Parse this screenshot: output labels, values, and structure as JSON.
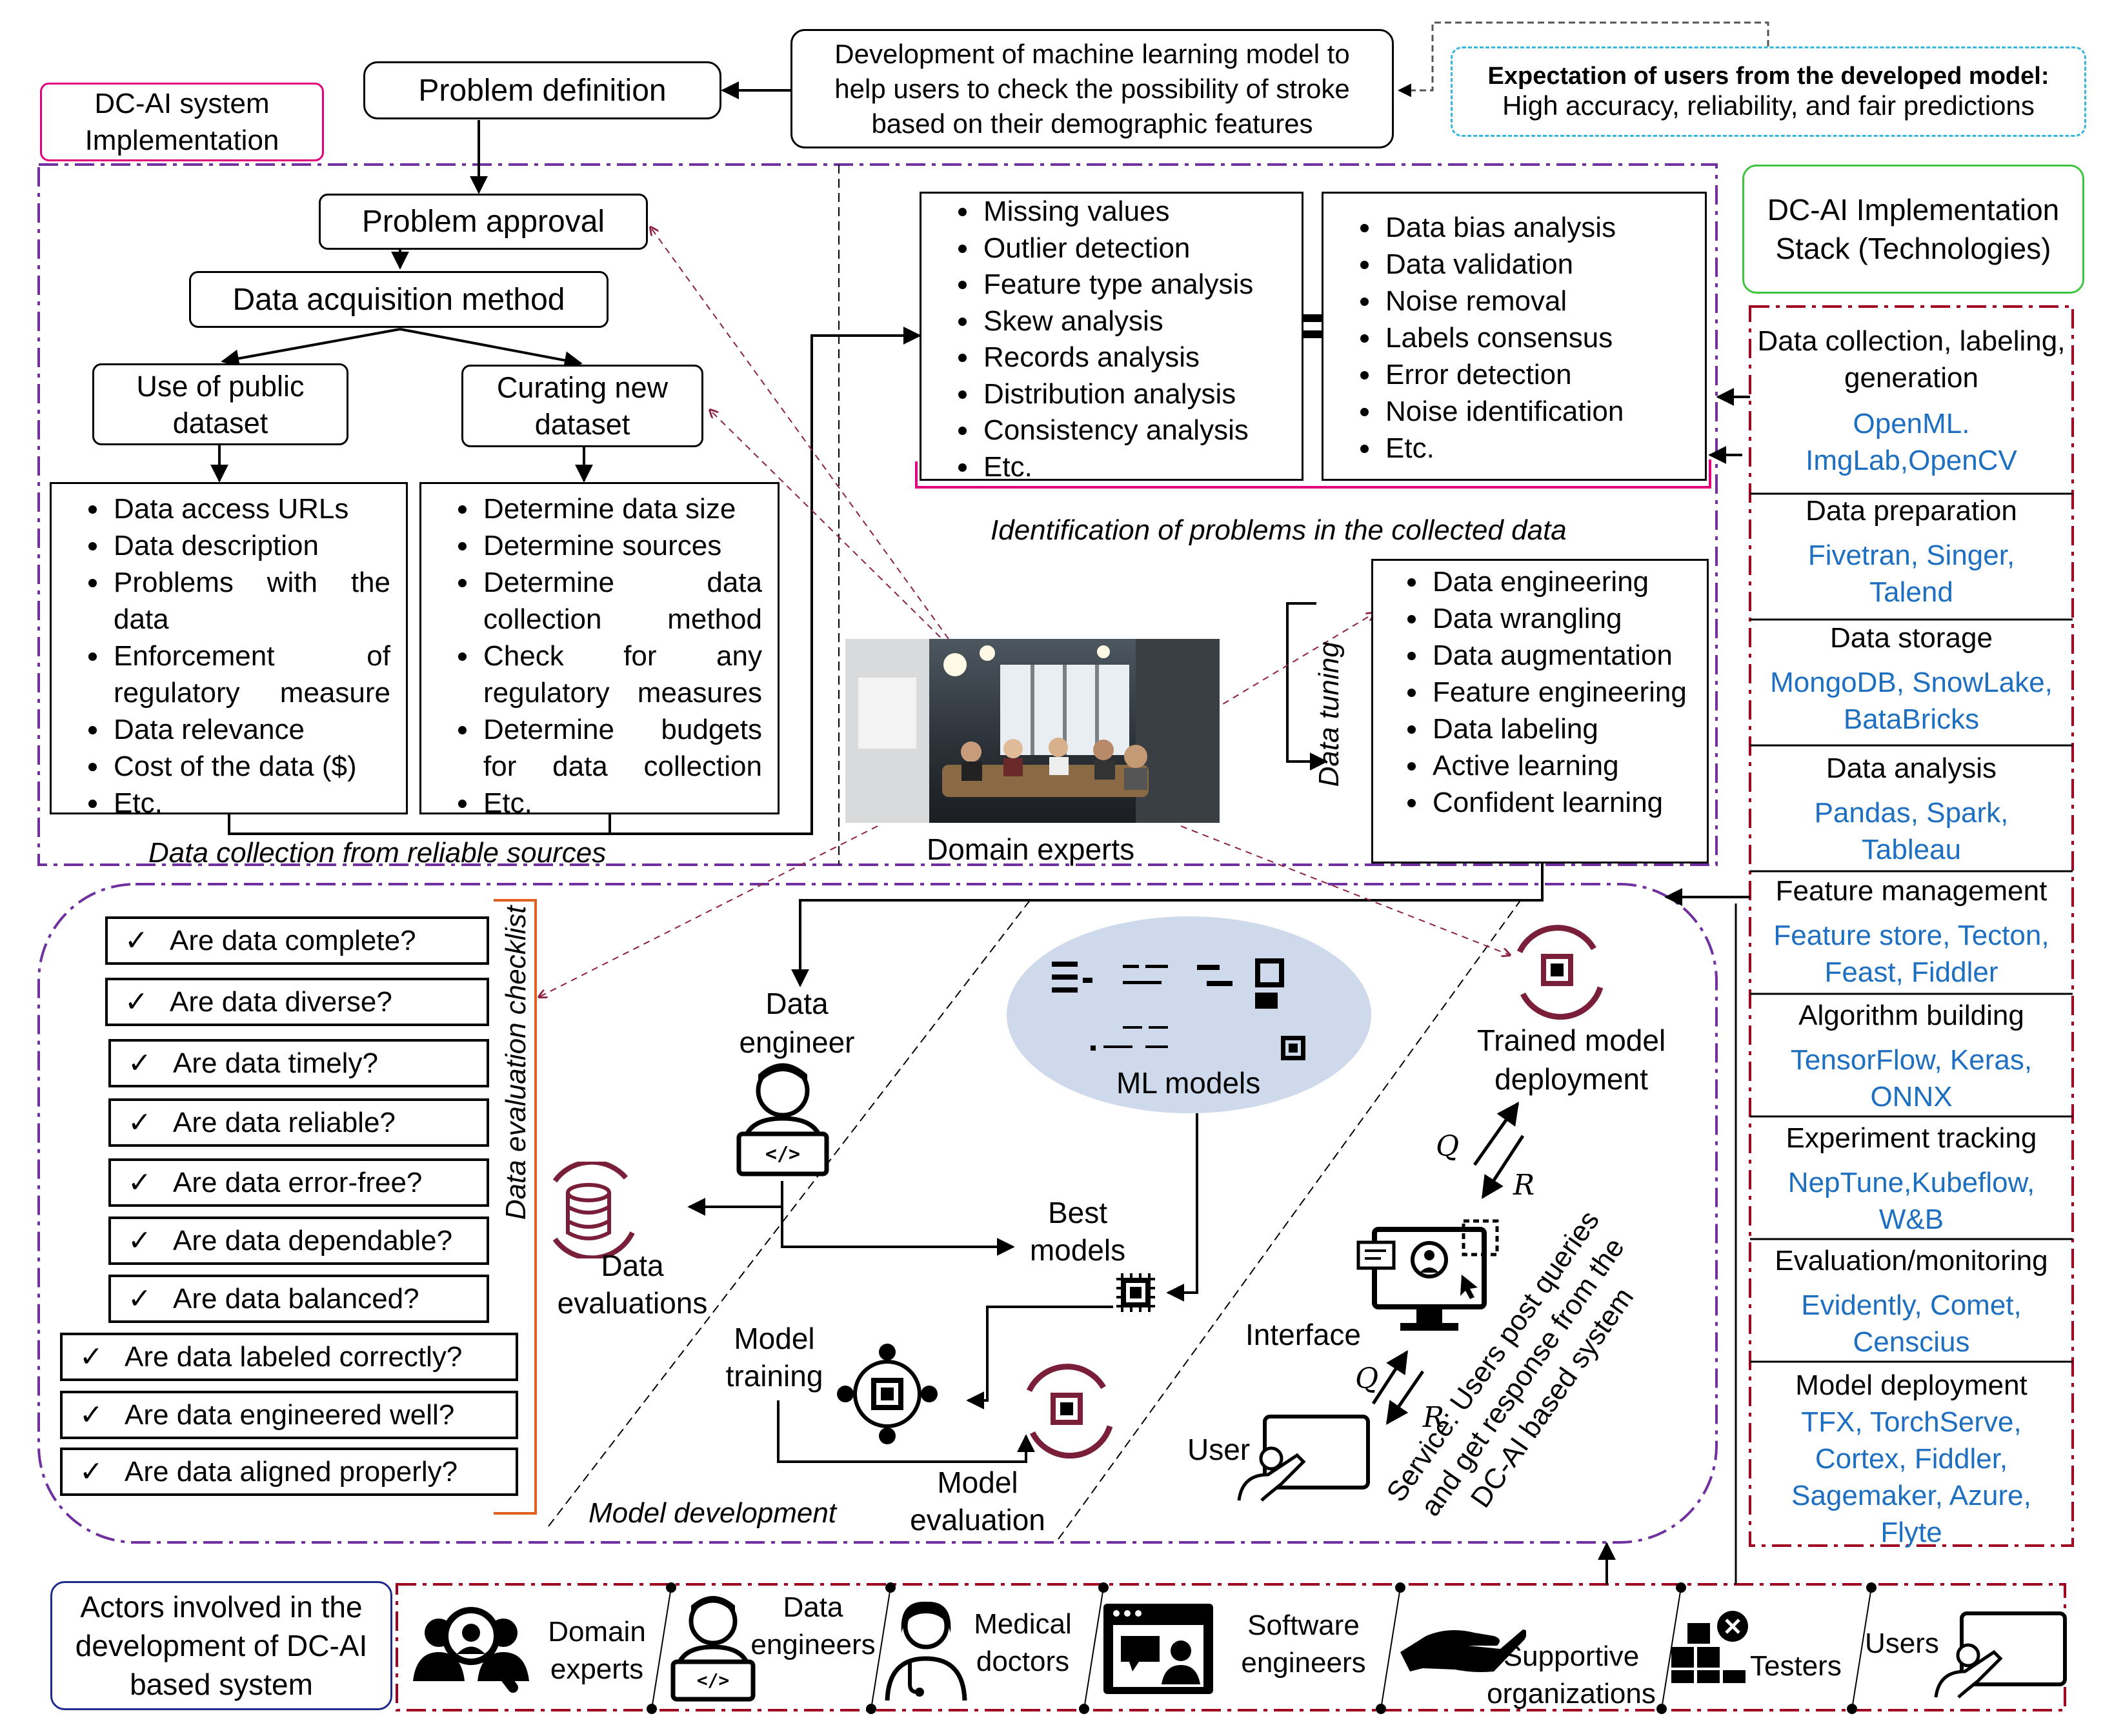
{
  "top": {
    "dcai_label": "DC-AI system Implementation",
    "problem_definition": "Problem definition",
    "development_desc": "Development of machine learning model to help users to check the possibility of stroke based on their demographic features",
    "expectation_title": "Expectation of users from the developed model:",
    "expectation_body": "High accuracy, reliability, and fair predictions"
  },
  "collection": {
    "problem_approval": "Problem approval",
    "acquisition": "Data acquisition method",
    "public_dataset": "Use of public dataset",
    "curating": "Curating new dataset",
    "public_items": [
      "Data access URLs",
      "Data description",
      "Problems with the data",
      "Enforcement of regulatory measure",
      "Data relevance",
      "Cost of the data ($)",
      "Etc."
    ],
    "curating_items": [
      "Determine data size",
      "Determine sources",
      "Determine data collection method",
      "Check for any regulatory measures",
      "Determine budgets for data collection",
      "Etc."
    ],
    "caption": "Data collection from reliable sources"
  },
  "identification": {
    "left_items": [
      "Missing values",
      "Outlier detection",
      "Feature type analysis",
      "Skew analysis",
      "Records analysis",
      "Distribution analysis",
      "Consistency analysis",
      "Etc."
    ],
    "right_items": [
      "Data bias analysis",
      "Data validation",
      "Noise removal",
      "Labels consensus",
      "Error detection",
      "Noise identification",
      "Etc."
    ],
    "caption": "Identification of problems in the collected data"
  },
  "tuning": {
    "label": "Data tuning",
    "items": [
      "Data engineering",
      "Data wrangling",
      "Data augmentation",
      "Feature engineering",
      "Data labeling",
      "Active learning",
      "Confident learning"
    ]
  },
  "domain_experts": "Domain experts",
  "checklist": {
    "label": "Data evaluation checklist",
    "items": [
      "Are data complete?",
      "Are data diverse?",
      "Are data timely?",
      "Are data reliable?",
      "Are data error-free?",
      "Are data dependable?",
      "Are data balanced?",
      "Are data labeled correctly?",
      "Are data engineered well?",
      "Are data aligned properly?"
    ]
  },
  "development": {
    "data_engineer": "Data engineer",
    "data_evaluations": "Data evaluations",
    "ml_models": "ML models",
    "best_models": "Best models",
    "model_training": "Model training",
    "model_evaluation": "Model evaluation",
    "caption": "Model development",
    "trained_deployment": "Trained model deployment",
    "interface": "Interface",
    "user": "User",
    "q": "Q",
    "r": "R",
    "service": "Service: Users post queries and get response from the DC-AI based system"
  },
  "stack": {
    "title": "DC-AI Implementation Stack (Technologies)",
    "sections": [
      {
        "name": "Data collection, labeling, generation",
        "tech": "OpenML. ImgLab,OpenCV"
      },
      {
        "name": "Data preparation",
        "tech": "Fivetran, Singer, Talend"
      },
      {
        "name": "Data storage",
        "tech": "MongoDB, SnowLake, BataBricks"
      },
      {
        "name": "Data analysis",
        "tech": "Pandas, Spark, Tableau"
      },
      {
        "name": "Feature management",
        "tech": "Feature store, Tecton, Feast, Fiddler"
      },
      {
        "name": "Algorithm building",
        "tech": "TensorFlow, Keras, ONNX"
      },
      {
        "name": "Experiment tracking",
        "tech": "NepTune,Kubeflow, W&B"
      },
      {
        "name": "Evaluation/monitoring",
        "tech": "Evidently, Comet, Censcius"
      },
      {
        "name": "Model deployment",
        "tech": "TFX, TorchServe, Cortex, Fiddler, Sagemaker, Azure, Flyte"
      }
    ]
  },
  "actors": {
    "title": "Actors involved in the development of DC-AI based system",
    "list": [
      "Domain experts",
      "Data engineers",
      "Medical doctors",
      "Software engineers",
      "Supportive organizations",
      "Testers",
      "Users"
    ]
  },
  "colors": {
    "purple": "#7030a0",
    "pink": "#c0004b",
    "blue_text": "#1f6fc1",
    "red_dash": "#a00020",
    "green": "#3ec43e",
    "cyan": "#36b6d8"
  }
}
